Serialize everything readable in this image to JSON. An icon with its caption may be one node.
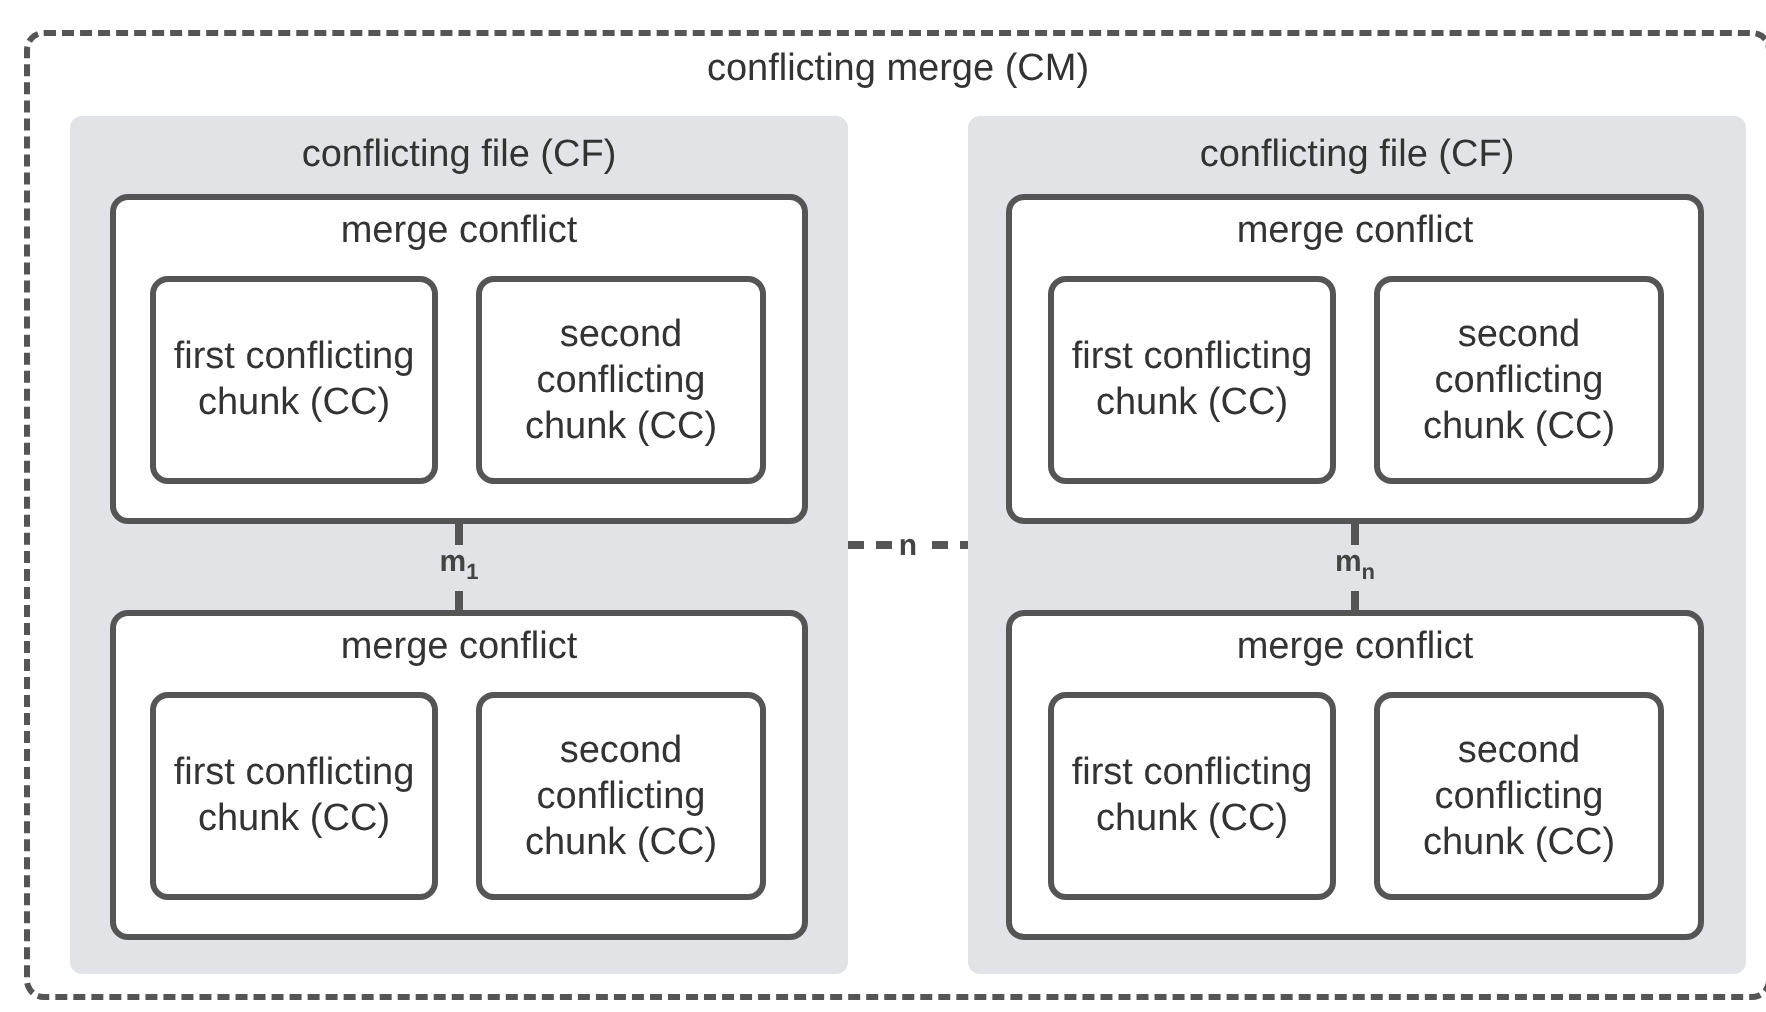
{
  "diagram": {
    "nodes": [
      {
        "text": [
          "conflicting merge (CM)"
        ]
      },
      {
        "text": [
          "conflicting file (CF)"
        ],
        "in": 0
      },
      {
        "text": [
          "merge conflict"
        ],
        "in": 1
      },
      {
        "text": [
          "first conflicting chunk (CC)"
        ],
        "in": 2
      },
      {
        "text": [
          "second conflicting chunk (CC)"
        ],
        "in": 2
      },
      {
        "text": [
          "merge conflict"
        ],
        "in": 1
      },
      {
        "text": [
          "first conflicting chunk (CC)"
        ],
        "in": 5
      },
      {
        "text": [
          "second conflicting chunk (CC)"
        ],
        "in": 5
      },
      {
        "text": [
          "conflicting file (CF)"
        ],
        "in": 0
      },
      {
        "text": [
          "merge conflict"
        ],
        "in": 8
      },
      {
        "text": [
          "first conflicting chunk (CC)"
        ],
        "in": 9
      },
      {
        "text": [
          "second conflicting chunk (CC)"
        ],
        "in": 9
      },
      {
        "text": [
          "merge conflict"
        ],
        "in": 8
      },
      {
        "text": [
          "first conflicting chunk (CC)"
        ],
        "in": 12
      },
      {
        "text": [
          "second conflicting chunk (CC)"
        ],
        "in": 12
      }
    ],
    "edges": [
      {
        "from": 2,
        "to": 5,
        "arrow": "none",
        "label": "m$_{1}$"
      },
      {
        "from": 1,
        "to": 8,
        "arrow": "none",
        "label": "n",
        "style": "dashed"
      },
      {
        "from": 9,
        "to": 12,
        "arrow": "none",
        "label": "m$_{n}$"
      }
    ]
  }
}
